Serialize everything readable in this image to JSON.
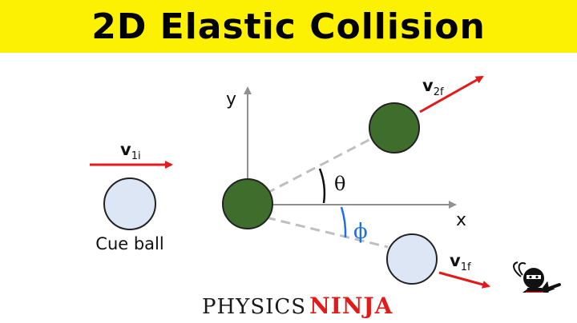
{
  "banner": {
    "title": "2D Elastic Collision"
  },
  "labels": {
    "y_axis": "y",
    "x_axis": "x",
    "cue_ball": "Cue ball",
    "theta": "θ",
    "phi": "ϕ"
  },
  "vectors": {
    "v1i": {
      "main": "v",
      "sub": "1i"
    },
    "v2f": {
      "main": "v",
      "sub": "2f"
    },
    "v1f": {
      "main": "v",
      "sub": "1f"
    }
  },
  "brand": {
    "physics": "PHYSICS",
    "ninja": "NINJA"
  },
  "colors": {
    "banner": "#fcf003",
    "green_ball": "#3f6e2c",
    "cue_ball": "#dce6f5",
    "arrow": "#e21a1a",
    "phi_arc": "#1e6fe0",
    "dashed": "#bfbfbf"
  },
  "icons": {
    "mascot": "ninja-mascot-icon"
  }
}
